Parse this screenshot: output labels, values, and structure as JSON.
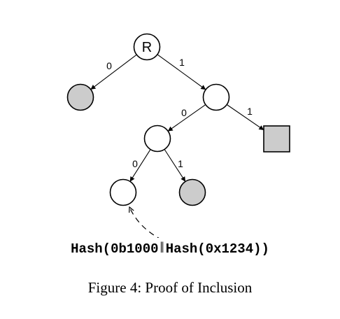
{
  "diagram": {
    "root_label": "R",
    "colors": {
      "leaf_fill": "#cccccc",
      "internal_fill": "#ffffff",
      "stroke": "#000000"
    },
    "nodes": [
      {
        "id": "root",
        "shape": "circle",
        "fill": "internal",
        "label": "R"
      },
      {
        "id": "n0",
        "shape": "circle",
        "fill": "leaf"
      },
      {
        "id": "n1",
        "shape": "circle",
        "fill": "internal"
      },
      {
        "id": "n10",
        "shape": "circle",
        "fill": "internal"
      },
      {
        "id": "n11",
        "shape": "square",
        "fill": "leaf"
      },
      {
        "id": "n100",
        "shape": "circle",
        "fill": "internal"
      },
      {
        "id": "n101",
        "shape": "circle",
        "fill": "leaf"
      }
    ],
    "edges": [
      {
        "id": "e-root-n0",
        "from": "root",
        "to": "n0",
        "label": "0"
      },
      {
        "id": "e-root-n1",
        "from": "root",
        "to": "n1",
        "label": "1"
      },
      {
        "id": "e-n1-n10",
        "from": "n1",
        "to": "n10",
        "label": "0"
      },
      {
        "id": "e-n1-n11",
        "from": "n1",
        "to": "n11",
        "label": "1"
      },
      {
        "id": "e-n10-n100",
        "from": "n10",
        "to": "n100",
        "label": "0"
      },
      {
        "id": "e-n10-n101",
        "from": "n10",
        "to": "n101",
        "label": "1"
      }
    ],
    "proof": {
      "target": "n100",
      "hash_prefix": "Hash(0b1000",
      "separator": "‖",
      "hash_suffix": "Hash(0x1234))"
    }
  },
  "caption": "Figure 4: Proof of Inclusion"
}
